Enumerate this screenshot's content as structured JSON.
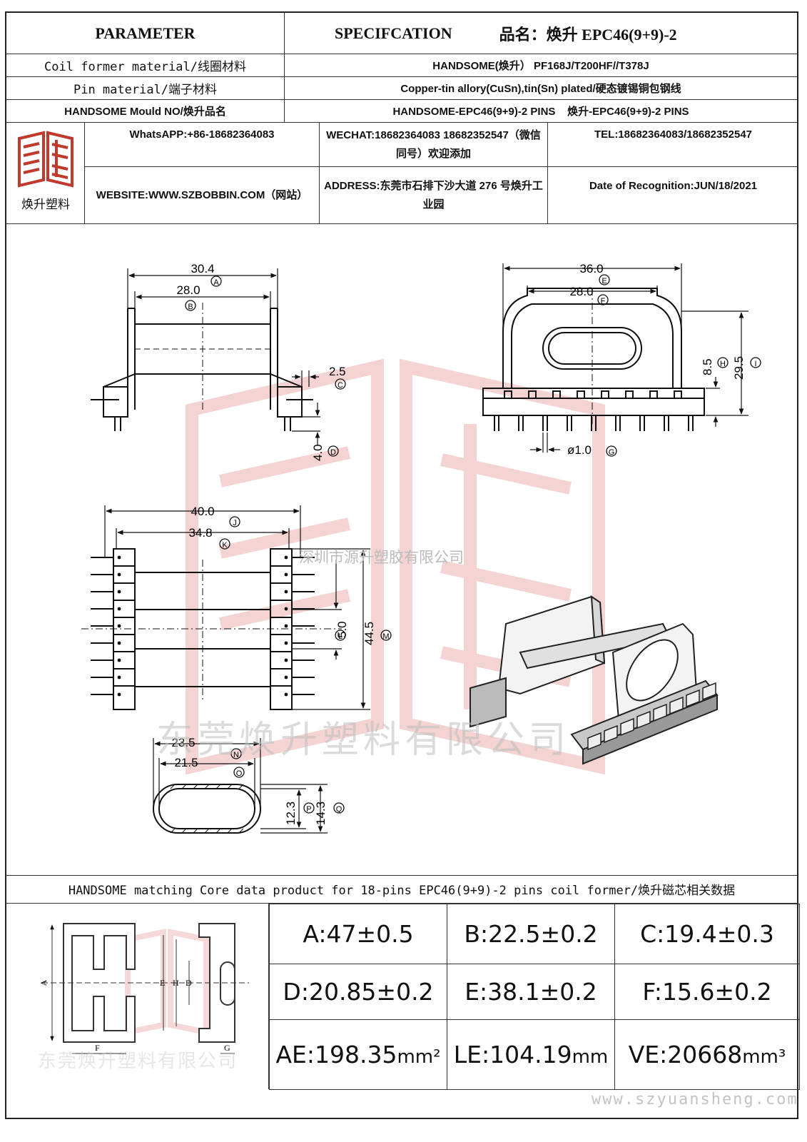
{
  "header": {
    "parameter": "PARAMETER",
    "specification": "SPECIFCATION",
    "product_name_label": "品名：",
    "product_name": "焕升 EPC46(9+9)-2"
  },
  "rows": [
    {
      "label": "Coil former material/线圈材料",
      "value": "HANDSOME(焕升）  PF168J/T200HF//T378J"
    },
    {
      "label": "Pin material/端子材料",
      "value": "Copper-tin allory(CuSn),tin(Sn) plated/硬态镀锡铜包钢线"
    },
    {
      "label": "HANDSOME Mould NO/焕升品名",
      "value": "HANDSOME-EPC46(9+9)-2 PINS    焕升-EPC46(9+9)-2 PINS"
    }
  ],
  "company": {
    "logo_text": "焕升塑料",
    "whatsapp": "WhatsAPP:+86-18682364083",
    "wechat": "WECHAT:18682364083 18682352547（微信同号）欢迎添加",
    "tel": "TEL:18682364083/18682352547",
    "website": "WEBSITE:WWW.SZBOBBIN.COM（网站）",
    "address": "ADDRESS:东莞市石排下沙大道 276 号焕升工业园",
    "date": "Date of Recognition:JUN/18/2021"
  },
  "watermarks": {
    "top": "深圳市源升塑胶有限公司",
    "big": "东莞焕升塑料有限公司",
    "core": "东莞焕升塑料有限公司",
    "url": "www.szyuansheng.com"
  },
  "dims": {
    "A": "30.4",
    "B": "28.0",
    "C": "2.5",
    "D": "4.0",
    "E": "36.0",
    "F": "28.0",
    "G": "ø1.0",
    "H": "8.5",
    "I": "29.5",
    "J": "40.0",
    "K": "34.8",
    "L": "5.0",
    "M": "44.5",
    "N": "23.5",
    "O": "21.5",
    "P": "12.3",
    "Q": "14.3"
  },
  "core": {
    "title": "HANDSOME matching Core data  product for 18-pins EPC46(9+9)-2 pins coil former/焕升磁芯相关数据",
    "A": "A:47±0.5",
    "B": "B:22.5±0.2",
    "C": "C:19.4±0.3",
    "D": "D:20.85±0.2",
    "E": "E:38.1±0.2",
    "F": "F:15.6±0.2",
    "AE": "AE:198.35",
    "AE_unit": "mm²",
    "LE": "LE:104.19",
    "LE_unit": "mm",
    "VE": "VE:20668",
    "VE_unit": "mm³"
  },
  "colors": {
    "watermark_red": "#e8a0a0",
    "logo_red": "#c0392b"
  }
}
